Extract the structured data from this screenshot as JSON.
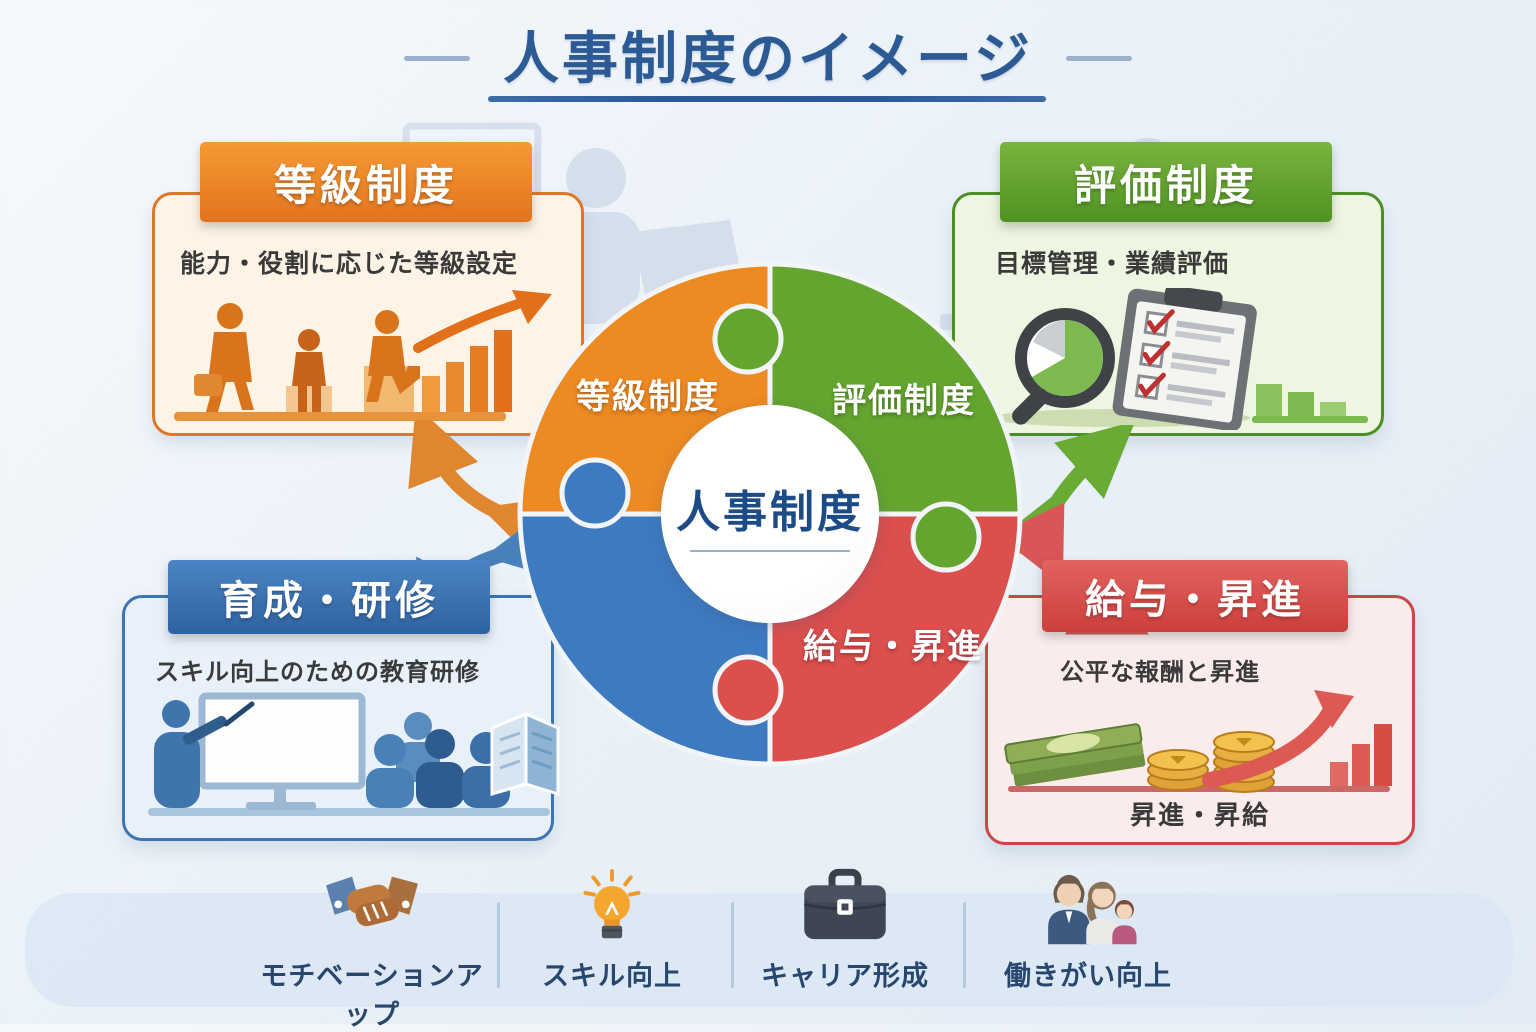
{
  "title": {
    "text": "人事制度のイメージ"
  },
  "center": {
    "label": "人事制度"
  },
  "ring": {
    "grading": "等級制度",
    "evaluation": "評価制度",
    "compensation": "給与・昇進"
  },
  "boxes": {
    "grading": {
      "title": "等級制度",
      "description": "能力・役割に応じた等級設定",
      "accent": "#e0762a"
    },
    "evaluation": {
      "title": "評価制度",
      "description": "目標管理・業績評価",
      "accent": "#4c8f26"
    },
    "training": {
      "title": "育成・研修",
      "description": "スキル向上のための教育研修",
      "accent": "#3d74b4"
    },
    "compensation": {
      "title": "給与・昇進",
      "description": "公平な報酬と昇進",
      "caption": "昇進・昇給",
      "accent": "#c94747"
    }
  },
  "benefits": [
    {
      "label": "モチベーションアップ",
      "icon": "handshake-icon"
    },
    {
      "label": "スキル向上",
      "icon": "lightbulb-icon"
    },
    {
      "label": "キャリア形成",
      "icon": "briefcase-icon"
    },
    {
      "label": "働きがい向上",
      "icon": "family-icon"
    }
  ],
  "colors": {
    "title_blue": "#2b5a94",
    "orange": "#e0762a",
    "green": "#4c8f26",
    "blue": "#3d74b4",
    "red": "#c94747"
  }
}
